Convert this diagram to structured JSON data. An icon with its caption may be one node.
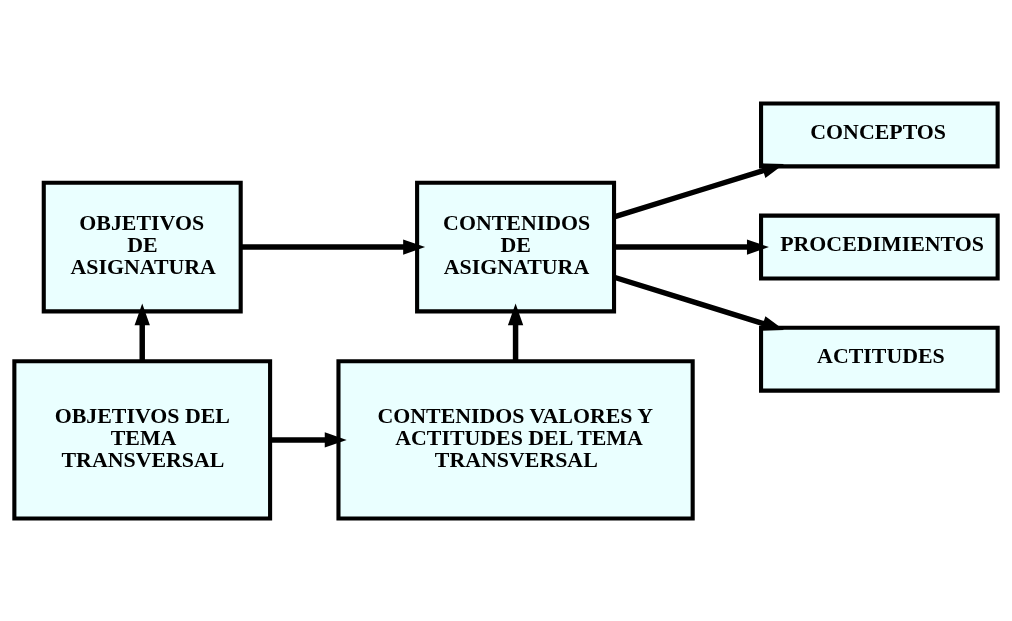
{
  "diagram": {
    "nodes": [
      {
        "text": [
          "OBJETIVOS DE ASIGNATURA"
        ]
      },
      {
        "text": [
          "CONTENIDOS DE ASIGNATURA"
        ]
      },
      {
        "text": [
          "CONCEPTOS"
        ]
      },
      {
        "text": [
          "PROCEDIMIENTOS"
        ]
      },
      {
        "text": [
          "ACTITUDES"
        ]
      },
      {
        "text": [
          "OBJETIVOS DEL TEMA TRANSVERSAL"
        ]
      },
      {
        "text": [
          "CONTENIDOS VALORES Y ACTITUDES DEL TEMA TRANSVERSAL"
        ]
      }
    ],
    "edges": [
      {
        "from": 0,
        "to": 1,
        "arrow": "to"
      },
      {
        "from": 1,
        "to": 2,
        "arrow": "to"
      },
      {
        "from": 1,
        "to": 3,
        "arrow": "to"
      },
      {
        "from": 1,
        "to": 4,
        "arrow": "to"
      },
      {
        "from": 5,
        "to": 0,
        "arrow": "to"
      },
      {
        "from": 6,
        "to": 1,
        "arrow": "to"
      },
      {
        "from": 5,
        "to": 6,
        "arrow": "to"
      }
    ]
  }
}
